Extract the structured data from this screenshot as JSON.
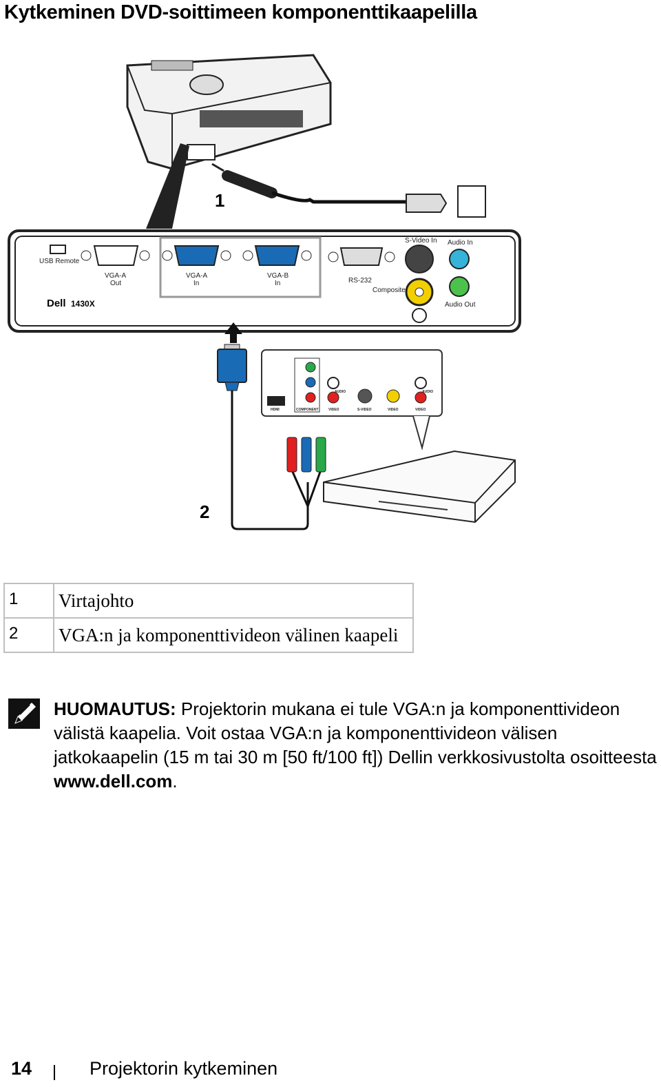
{
  "title": "Kytkeminen DVD-soittimeen komponenttikaapelilla",
  "figure": {
    "callout_1": "1",
    "callout_2": "2",
    "panel_labels": {
      "usb_remote": "USB Remote",
      "vga_a_out_1": "VGA-A",
      "vga_a_out_2": "Out",
      "vga_a_in_1": "VGA-A",
      "vga_a_in_2": "In",
      "vga_b_in_1": "VGA-B",
      "vga_b_in_2": "In",
      "rs232": "RS-232",
      "svideo_in": "S-Video In",
      "audio_in": "Audio In",
      "composite": "Composite",
      "audio_out": "Audio Out",
      "brand": "Dell",
      "model": "1430X"
    },
    "dvd_labels": {
      "hdmi": "HDMI",
      "component": "COMPONENT",
      "video": "VIDEO",
      "svideo": "S-VIDEO",
      "audio": "AUDIO"
    }
  },
  "legend": [
    {
      "num": "1",
      "desc": "Virtajohto"
    },
    {
      "num": "2",
      "desc": "VGA:n ja komponenttivideon välinen kaapeli"
    }
  ],
  "note": {
    "label": "HUOMAUTUS:",
    "text": " Projektorin mukana ei tule VGA:n ja komponenttivideon välistä kaapelia. Voit ostaa VGA:n ja komponenttivideon välisen jatkokaapelin (15 m tai 30 m [50 ft/100 ft]) Dellin verkkosivustolta osoitteesta ",
    "url": "www.dell.com",
    "end": "."
  },
  "footer": {
    "page_number": "14",
    "section": "Projektorin kytkeminen"
  }
}
